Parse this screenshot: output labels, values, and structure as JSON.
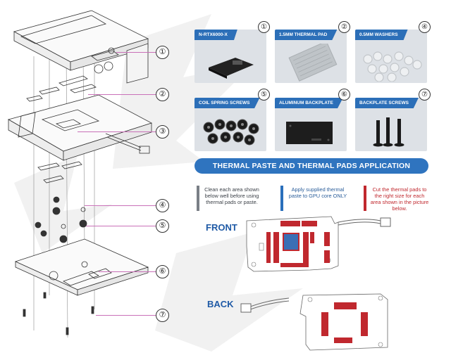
{
  "callouts": [
    "①",
    "②",
    "③",
    "④",
    "⑤",
    "⑥",
    "⑦"
  ],
  "items": [
    {
      "num": "①",
      "label": "N-RTX6000-X"
    },
    {
      "num": "②",
      "label": "1.5MM THERMAL PAD"
    },
    {
      "num": "④",
      "label": "0.5MM WASHERS"
    },
    {
      "num": "⑤",
      "label": "COIL SPRING SCREWS"
    },
    {
      "num": "⑥",
      "label": "ALUMINUM BACKPLATE"
    },
    {
      "num": "⑦",
      "label": "BACKPLATE SCREWS"
    }
  ],
  "banner": "THERMAL PASTE AND THERMAL PADS APPLICATION",
  "instructions": [
    {
      "text": "Clean each area shown below well before using thermal pads or paste.",
      "color": "#7a7f86"
    },
    {
      "text": "Apply supplied thermal paste to GPU core ONLY",
      "color": "#2a6fbb"
    },
    {
      "text": "Cut the thermal pads to the right size for each area shown in the picture below.",
      "color": "#c0282e"
    }
  ],
  "views": {
    "front": "FRONT",
    "back": "BACK"
  },
  "colors": {
    "accent": "#2f74bf",
    "pad": "#c0282e",
    "paste": "#2a6fbb",
    "leader": "#c970b8"
  }
}
